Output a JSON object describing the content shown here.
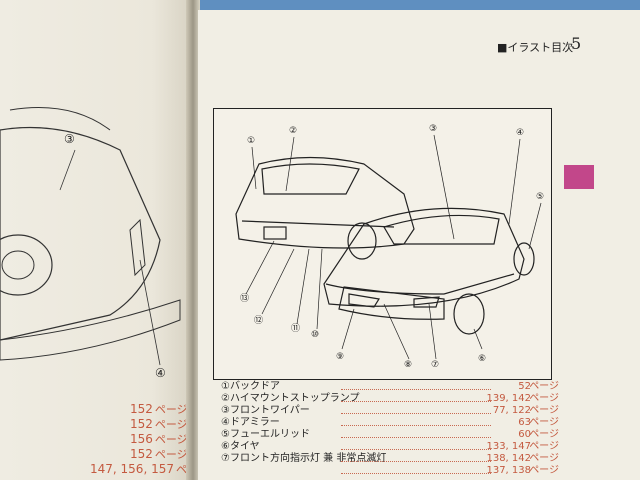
{
  "header": {
    "section_title": "■イラスト目次",
    "page_number": "5"
  },
  "colors": {
    "index_tab": "#c2478a",
    "page_ref": "#c45a40"
  },
  "diagram": {
    "callouts": [
      "①",
      "②",
      "③",
      "④",
      "⑤",
      "⑥",
      "⑦",
      "⑧",
      "⑨",
      "⑩",
      "⑪",
      "⑫",
      "⑬"
    ],
    "left_callouts": [
      "③",
      "④"
    ]
  },
  "index": [
    {
      "label": "①バックドア",
      "pages": "52",
      "unit": "ページ"
    },
    {
      "label": "②ハイマウントストップランプ",
      "pages": "139, 142",
      "unit": "ページ"
    },
    {
      "label": "③フロントワイパー",
      "pages": "77, 122",
      "unit": "ページ"
    },
    {
      "label": "④ドアミラー",
      "pages": "63",
      "unit": "ページ"
    },
    {
      "label": "⑤フューエルリッド",
      "pages": "60",
      "unit": "ページ"
    },
    {
      "label": "⑥タイヤ",
      "pages": "133, 147",
      "unit": "ページ"
    },
    {
      "label": "⑦フロント方向指示灯 兼 非常点滅灯",
      "pages": "138, 142",
      "unit": "ページ"
    },
    {
      "label": "",
      "pages": "137, 138",
      "unit": "ページ"
    }
  ],
  "left_page_refs": [
    {
      "pages": "152",
      "unit": "ページ"
    },
    {
      "pages": "152",
      "unit": "ページ"
    },
    {
      "pages": "156",
      "unit": "ページ"
    },
    {
      "pages": "152",
      "unit": "ページ"
    },
    {
      "pages": "147, 156, 157",
      "unit": "ページ"
    }
  ]
}
